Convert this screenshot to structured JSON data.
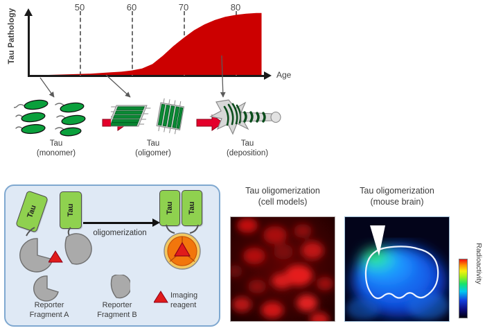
{
  "chart_data": {
    "type": "area",
    "title": "",
    "xlabel": "Age",
    "ylabel": "Tau Pathology",
    "xlim": [
      40,
      86
    ],
    "ylim": [
      0,
      1
    ],
    "grid": "vertical-dashed-at-ticks",
    "tick_labels": [
      "50",
      "60",
      "70",
      "80"
    ],
    "tick_values": [
      50,
      60,
      70,
      80
    ],
    "series_name": "Tau Pathology",
    "fill_color": "#cc0000",
    "x": [
      40,
      44,
      48,
      52,
      56,
      58,
      60,
      62,
      64,
      66,
      68,
      70,
      72,
      74,
      76,
      78,
      80,
      82,
      84,
      85
    ],
    "values": [
      0.0,
      0.0,
      0.01,
      0.02,
      0.04,
      0.05,
      0.07,
      0.1,
      0.17,
      0.3,
      0.45,
      0.58,
      0.7,
      0.79,
      0.86,
      0.91,
      0.94,
      0.96,
      0.97,
      0.97
    ]
  },
  "axis": {
    "y_label": "Tau Pathology",
    "x_label": "Age"
  },
  "stages": [
    {
      "name": "Tau",
      "state": "(monomer)",
      "icon": "tau-monomer-icon"
    },
    {
      "name": "Tau",
      "state": "(oligomer)",
      "icon": "tau-oligomer-icon"
    },
    {
      "name": "Tau",
      "state": "(deposition)",
      "icon": "tau-deposition-icon"
    }
  ],
  "schematic": {
    "tau_label": "Tau",
    "process_label": "oligomerization",
    "legend": [
      {
        "label_line1": "Reporter",
        "label_line2": "Fragment A"
      },
      {
        "label_line1": "Reporter",
        "label_line2": "Fragment B"
      },
      {
        "label_line1": "Imaging",
        "label_line2": "reagent"
      }
    ]
  },
  "panels": [
    {
      "title_line1": "Tau oligomerization",
      "title_line2": "(cell models)"
    },
    {
      "title_line1": "Tau oligomerization",
      "title_line2": "(mouse brain)"
    }
  ],
  "colorbar": {
    "label": "Radioactivity"
  },
  "colors": {
    "curve_red": "#cc0000",
    "tau_green": "#8fd14f",
    "panel_blue": "#dfe9f5",
    "reporter_gray": "#aaaaaa",
    "reagent_red": "#e01b1b"
  }
}
